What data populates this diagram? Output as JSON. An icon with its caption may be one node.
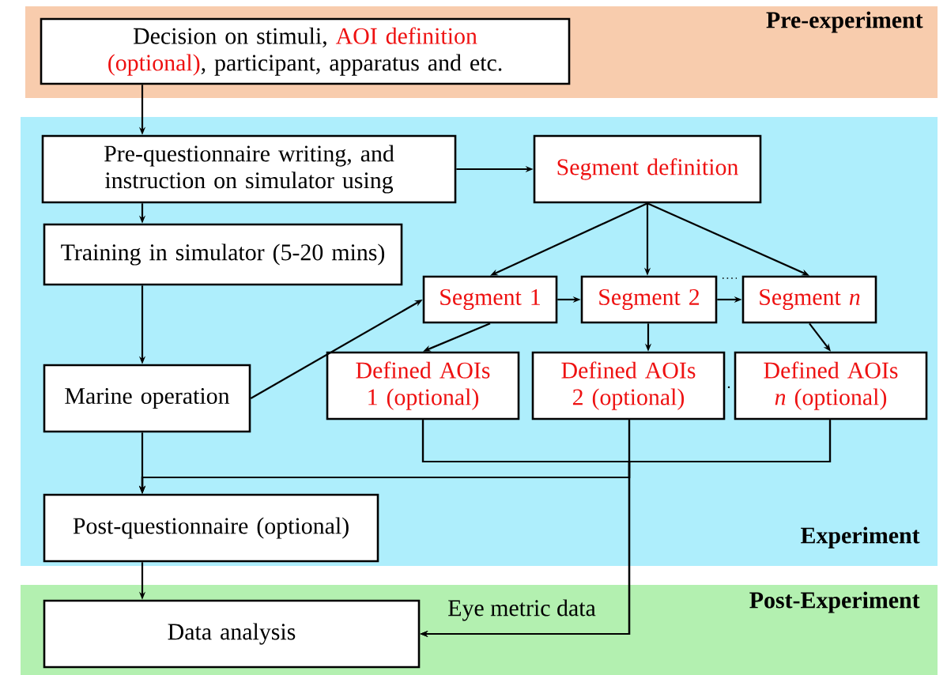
{
  "diagram": {
    "nodes": [
      {
        "text": [
          "Pre-experiment"
        ]
      },
      {
        "text": [
          "Decision on stimuli,",
          "AOI definition (optional)",
          ", participant, apparatus and etc."
        ],
        "in": 0
      },
      {
        "text": [
          "Experiment"
        ]
      },
      {
        "text": [
          "Pre-questionnaire writing, and instruction on simulator using"
        ],
        "in": 2
      },
      {
        "text": [
          "Segment definition"
        ],
        "in": 2
      },
      {
        "text": [
          "Training in simulator (5-20 mins)"
        ],
        "in": 2
      },
      {
        "text": [
          "Segment 1"
        ],
        "in": 2
      },
      {
        "text": [
          "Segment 2"
        ],
        "in": 2
      },
      {
        "text": [
          "Segment *n*"
        ],
        "in": 2
      },
      {
        "text": [
          "Marine operation"
        ],
        "in": 2
      },
      {
        "text": [
          "Defined AOIs 1 (optional)"
        ],
        "in": 2
      },
      {
        "text": [
          "Defined AOIs 2 (optional)"
        ],
        "in": 2
      },
      {
        "text": [
          "Defined AOIs *n* (optional)"
        ],
        "in": 2
      },
      {
        "text": [
          "Post-questionnaire (optional)"
        ],
        "in": 2
      },
      {
        "text": [
          "Post-Experiment"
        ]
      },
      {
        "text": [
          "Data analysis"
        ],
        "in": 14
      }
    ],
    "edges": [
      {
        "from": 1,
        "to": 3,
        "arrow": "to"
      },
      {
        "from": 3,
        "to": 4,
        "arrow": "to"
      },
      {
        "from": 4,
        "to": 6,
        "arrow": "to"
      },
      {
        "from": 4,
        "to": 7,
        "arrow": "to"
      },
      {
        "from": 4,
        "to": 8,
        "arrow": "to"
      },
      {
        "from": 3,
        "to": 5,
        "arrow": "to"
      },
      {
        "from": 5,
        "to": 9,
        "arrow": "to"
      },
      {
        "from": 9,
        "to": 6,
        "arrow": "to"
      },
      {
        "from": 6,
        "to": 7,
        "arrow": "to"
      },
      {
        "from": 7,
        "to": 8,
        "arrow": "to"
      },
      {
        "from": 6,
        "to": 10,
        "arrow": "to"
      },
      {
        "from": 7,
        "to": 11,
        "arrow": "to"
      },
      {
        "from": 8,
        "to": 12,
        "arrow": "to"
      },
      {
        "from": 9,
        "to": 13,
        "arrow": "to"
      },
      {
        "from": 10,
        "to": 13,
        "arrow": "to"
      },
      {
        "from": 10,
        "to": 15,
        "arrow": "to"
      },
      {
        "from": 11,
        "to": 13,
        "arrow": "to"
      },
      {
        "from": 11,
        "to": 15,
        "arrow": "to",
        "label": "Eye metric data"
      },
      {
        "from": 12,
        "to": 13,
        "arrow": "to"
      },
      {
        "from": 12,
        "to": 15,
        "arrow": "to"
      },
      {
        "from": 13,
        "to": 15,
        "arrow": "to"
      }
    ]
  }
}
